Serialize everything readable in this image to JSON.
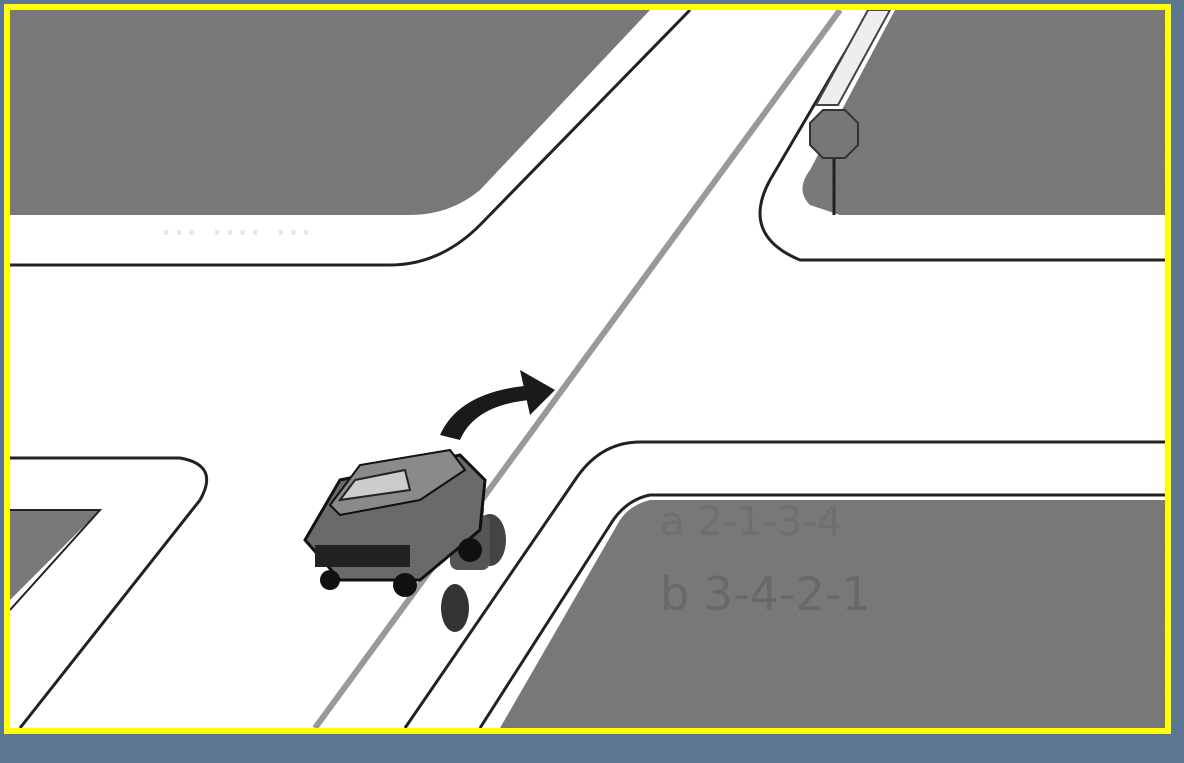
{
  "scene": {
    "kind": "traffic intersection illustration",
    "frame_color": "#ffff00",
    "background_color": "#5c7590",
    "block_color": "#7b7b7b",
    "road_color": "#ffffff",
    "faint_text_lines": [
      "... .... ...",
      "a  2-1-3-4",
      "b  3-4-2-1"
    ]
  },
  "icons": {
    "car": "car-icon",
    "motorcycle": "motorcycle-icon",
    "turn_arrow": "right-turn-arrow-icon",
    "sign": "stop-sign-icon"
  }
}
